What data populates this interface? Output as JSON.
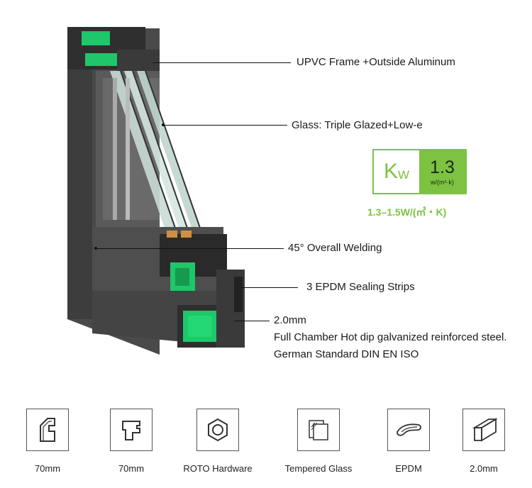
{
  "callouts": {
    "frame": "UPVC Frame +Outside Aluminum",
    "glass": "Glass: Triple Glazed+Low-e",
    "welding": "45° Overall Welding",
    "sealing": "3 EPDM Sealing Strips",
    "steel_size": "2.0mm",
    "steel_desc": "Full Chamber Hot dip galvanized reinforced steel.",
    "standard": "German Standard DIN EN ISO"
  },
  "kw_badge": {
    "symbol": "K",
    "symbol_sub": "W",
    "value": "1.3",
    "unit": "w/(m²·k)",
    "range": "1.3–1.5W/(㎡・K)",
    "accent_color": "#7dc242"
  },
  "features": [
    {
      "icon": "profile-70mm-icon",
      "label": "70mm"
    },
    {
      "icon": "profile-step-70mm-icon",
      "label": "70mm"
    },
    {
      "icon": "hex-nut-icon",
      "label": "ROTO Hardware"
    },
    {
      "icon": "tempered-glass-icon",
      "label": "Tempered Glass"
    },
    {
      "icon": "epdm-strip-icon",
      "label": "EPDM"
    },
    {
      "icon": "steel-bar-icon",
      "label": "2.0mm"
    }
  ]
}
